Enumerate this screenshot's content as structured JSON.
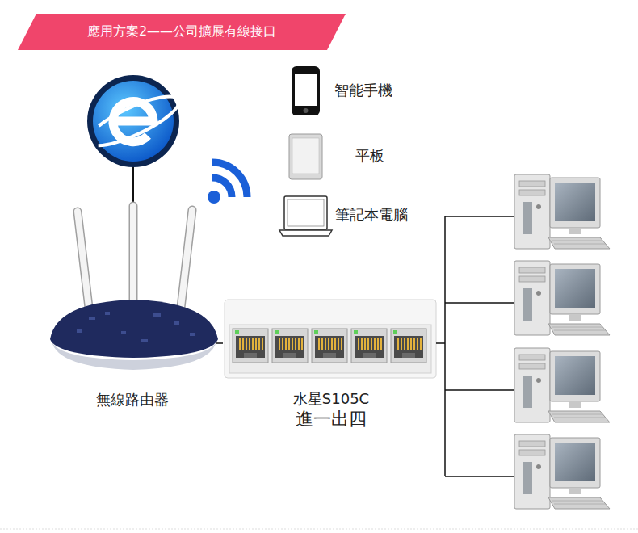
{
  "diagram": {
    "title": "應用方案2——公司擴展有線接口",
    "nodes": [
      {
        "text": [
          "智能手機"
        ]
      },
      {
        "text": [
          "平板"
        ]
      },
      {
        "text": [
          "筆記本電腦"
        ]
      },
      {
        "text": [
          "無線路由器"
        ]
      },
      {
        "text": [
          "水星S105C",
          "進一出四"
        ]
      }
    ],
    "edges": [
      {
        "from": 3,
        "to": 4,
        "arrow": "none"
      }
    ]
  }
}
